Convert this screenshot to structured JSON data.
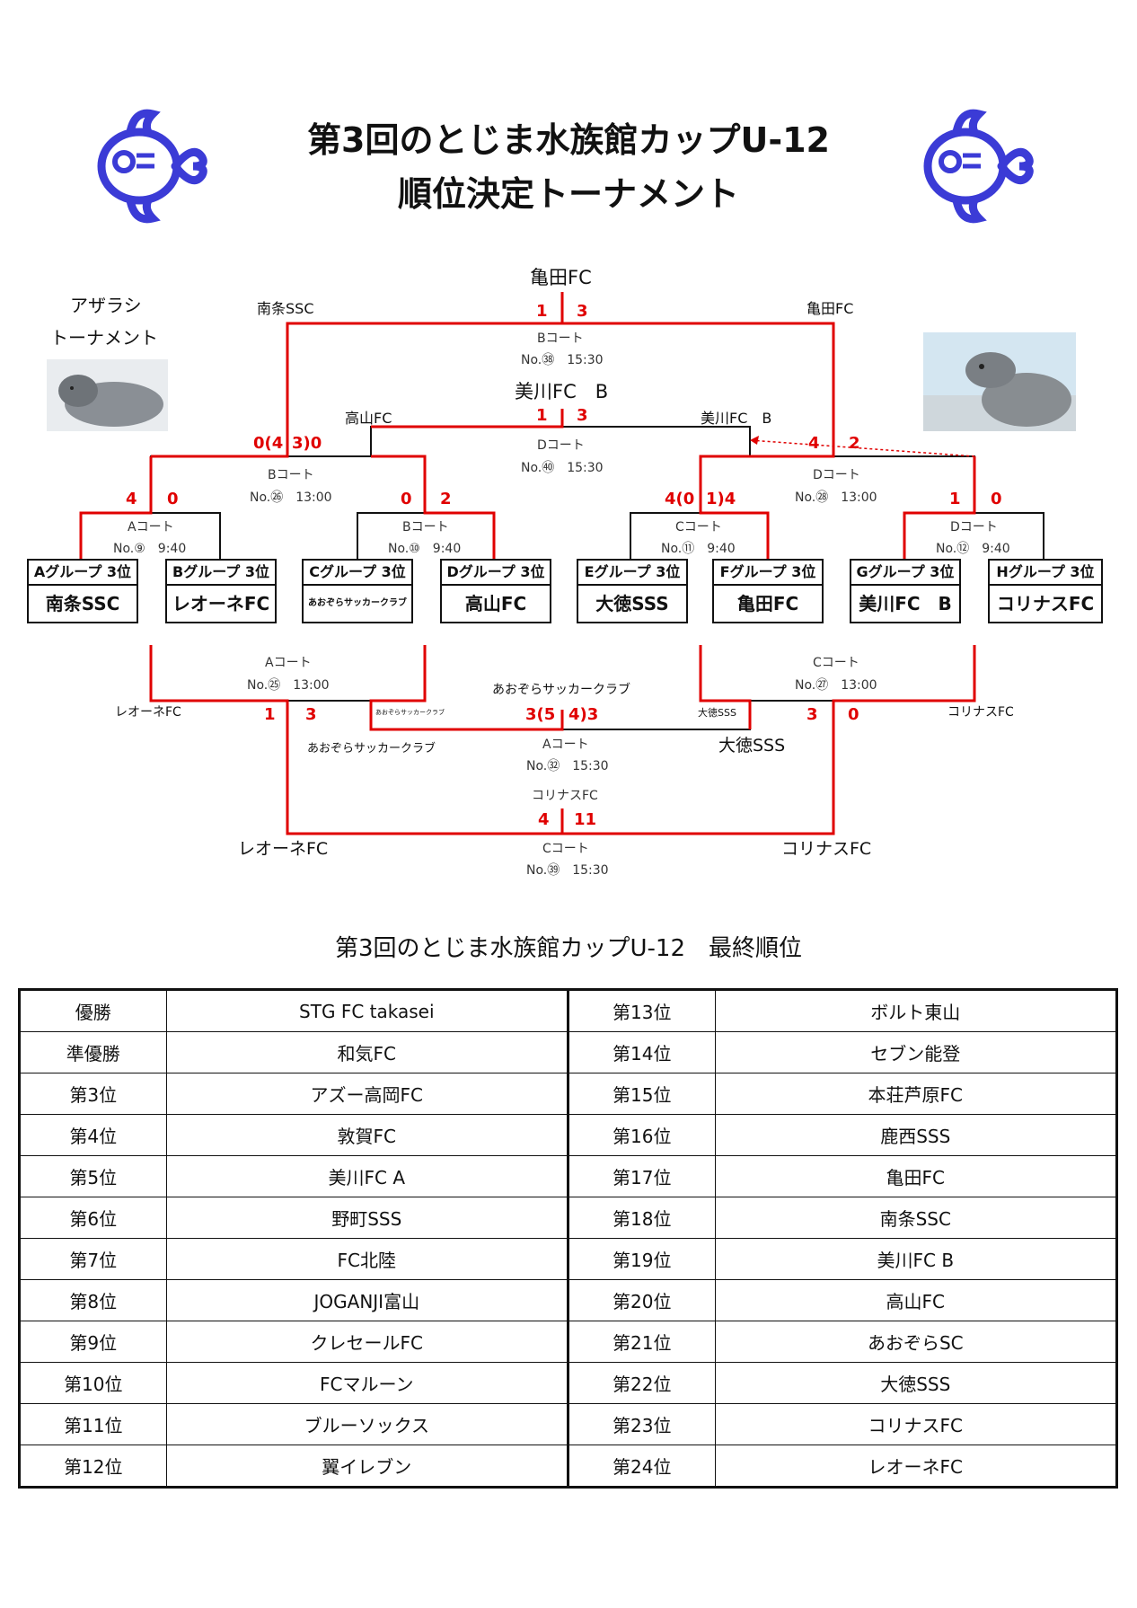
{
  "header": {
    "title_line1": "第3回のとじま水族館カップU-12",
    "title_line2": "順位決定トーナメント",
    "left_logo_icon": "fish-logo-icon",
    "right_logo_icon": "fish-logo-icon",
    "accent_color": "#3b3bd6"
  },
  "side": {
    "name_line1": "アザラシ",
    "name_line2": "トーナメント",
    "photo_left_icon": "seal-photo-icon",
    "photo_right_icon": "seal-photo-icon"
  },
  "bracket": {
    "final_winner": "亀田FC",
    "semi_left": "南条SSC",
    "semi_right": "亀田FC",
    "final_score_left": "1",
    "final_score_right": "3",
    "final_court": "Bコート",
    "final_no": "No.㊳　15:30",
    "semi2_winner": "美川FC　B",
    "semi2_left": "高山FC",
    "semi2_right": "美川FC　B",
    "semi2_score_left": "1",
    "semi2_score_right": "3",
    "semi2_court": "Dコート",
    "semi2_no": "No.㊵　15:30",
    "qfL_score": "0(4",
    "qfL_score2": "3)0",
    "qfL_court": "Bコート",
    "qfL_no": "No.㉖　13:00",
    "qfR_score_left": "4",
    "qfR_score_right": "2",
    "qfR_court": "Dコート",
    "qfR_no": "No.㉘　13:00",
    "r1a_left": "4",
    "r1a_right": "0",
    "r1a_court": "Aコート",
    "r1a_no": "No.⑨　9:40",
    "r1b_left": "0",
    "r1b_right": "2",
    "r1b_court": "Bコート",
    "r1b_no": "No.⑩　9:40",
    "r1c_left": "4(0",
    "r1c_right": "1)4",
    "r1c_court": "Cコート",
    "r1c_no": "No.⑪　9:40",
    "r1d_left": "1",
    "r1d_right": "0",
    "r1d_court": "Dコート",
    "r1d_no": "No.⑫　9:40",
    "teams": [
      {
        "group": "Aグループ 3位",
        "name": "南条SSC"
      },
      {
        "group": "Bグループ 3位",
        "name": "レオーネFC"
      },
      {
        "group": "Cグループ 3位",
        "name": "あおぞらサッカークラブ"
      },
      {
        "group": "Dグループ 3位",
        "name": "高山FC"
      },
      {
        "group": "Eグループ 3位",
        "name": "大徳SSS"
      },
      {
        "group": "Fグループ 3位",
        "name": "亀田FC"
      },
      {
        "group": "Gグループ 3位",
        "name": "美川FC　B"
      },
      {
        "group": "Hグループ 3位",
        "name": "コリナスFC"
      }
    ],
    "lower": {
      "a_court": "Aコート",
      "a_no": "No.㉕　13:00",
      "c_court": "Cコート",
      "c_no": "No.㉗　13:00",
      "a_left_team": "レオーネFC",
      "a_score_left": "1",
      "a_score_right": "3",
      "a_winner_small": "あおぞらサッカークラブ",
      "a_loser": "あおぞらサッカークラブ",
      "c_winner_small": "大徳SSS",
      "c_score_left": "3",
      "c_score_right": "0",
      "c_right_team": "コリナスFC",
      "mid_top_team": "あおぞらサッカークラブ",
      "mid_score_left": "3(5",
      "mid_score_right": "4)3",
      "mid_court": "Aコート",
      "mid_no": "No.㉜　15:30",
      "mid_right_team": "大徳SSS",
      "bottom_top_team": "コリナスFC",
      "bottom_score_left": "4",
      "bottom_score_right": "11",
      "bottom_court": "Cコート",
      "bottom_no": "No.㊴　15:30",
      "bottom_left_team": "レオーネFC",
      "bottom_right_team": "コリナスFC"
    }
  },
  "ranking": {
    "title": "第3回のとじま水族館カップU-12　最終順位",
    "rows": [
      {
        "p1": "優勝",
        "t1": "STG FC takasei",
        "p2": "第13位",
        "t2": "ボルト東山"
      },
      {
        "p1": "準優勝",
        "t1": "和気FC",
        "p2": "第14位",
        "t2": "セブン能登"
      },
      {
        "p1": "第3位",
        "t1": "アズー高岡FC",
        "p2": "第15位",
        "t2": "本荘芦原FC"
      },
      {
        "p1": "第4位",
        "t1": "敦賀FC",
        "p2": "第16位",
        "t2": "鹿西SSS"
      },
      {
        "p1": "第5位",
        "t1": "美川FC A",
        "p2": "第17位",
        "t2": "亀田FC"
      },
      {
        "p1": "第6位",
        "t1": "野町SSS",
        "p2": "第18位",
        "t2": "南条SSC"
      },
      {
        "p1": "第7位",
        "t1": "FC北陸",
        "p2": "第19位",
        "t2": "美川FC B"
      },
      {
        "p1": "第8位",
        "t1": "JOGANJI富山",
        "p2": "第20位",
        "t2": "高山FC"
      },
      {
        "p1": "第9位",
        "t1": "クレセールFC",
        "p2": "第21位",
        "t2": "あおぞらSC"
      },
      {
        "p1": "第10位",
        "t1": "FCマルーン",
        "p2": "第22位",
        "t2": "大徳SSS"
      },
      {
        "p1": "第11位",
        "t1": "ブルーソックス",
        "p2": "第23位",
        "t2": "コリナスFC"
      },
      {
        "p1": "第12位",
        "t1": "翼イレブン",
        "p2": "第24位",
        "t2": "レオーネFC"
      }
    ]
  }
}
